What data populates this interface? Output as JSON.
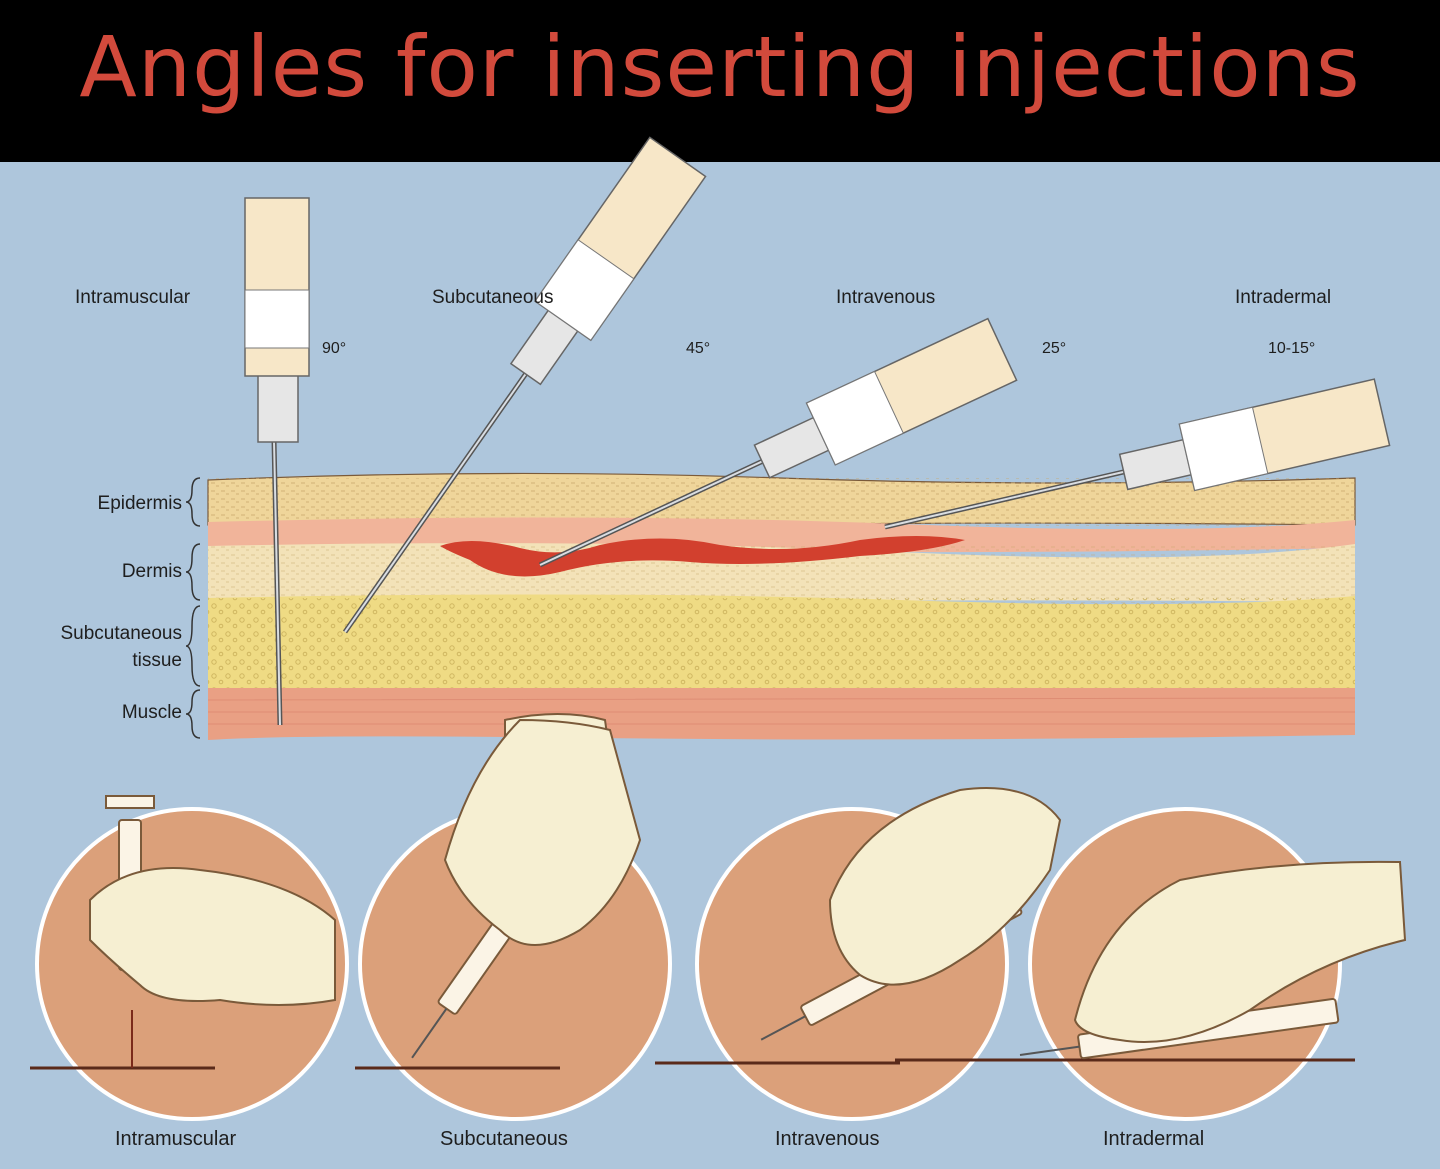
{
  "title": "Angles for inserting injections",
  "routes": [
    {
      "label": "Intramuscular",
      "angle": "90°"
    },
    {
      "label": "Subcutaneous",
      "angle": "45°"
    },
    {
      "label": "Intravenous",
      "angle": "25°"
    },
    {
      "label": "Intradermal",
      "angle": "10-15°"
    }
  ],
  "layers": [
    "Epidermis",
    "Dermis",
    "Subcutaneous",
    "tissue",
    "Muscle"
  ],
  "bottom_labels": [
    "Intramuscular",
    "Subcutaneous",
    "Intravenous",
    "Intradermal"
  ],
  "colors": {
    "background": "#aec6dc",
    "title_bar": "#000000",
    "title_text": "#d24a3c",
    "epidermis": "#efd59a",
    "dermis": "#f1c9a2",
    "subcutaneous": "#efdb84",
    "muscle": "#e9a084",
    "vessel": "#d2402e",
    "circle": "#dba07a",
    "glove": "#f6efd2"
  }
}
